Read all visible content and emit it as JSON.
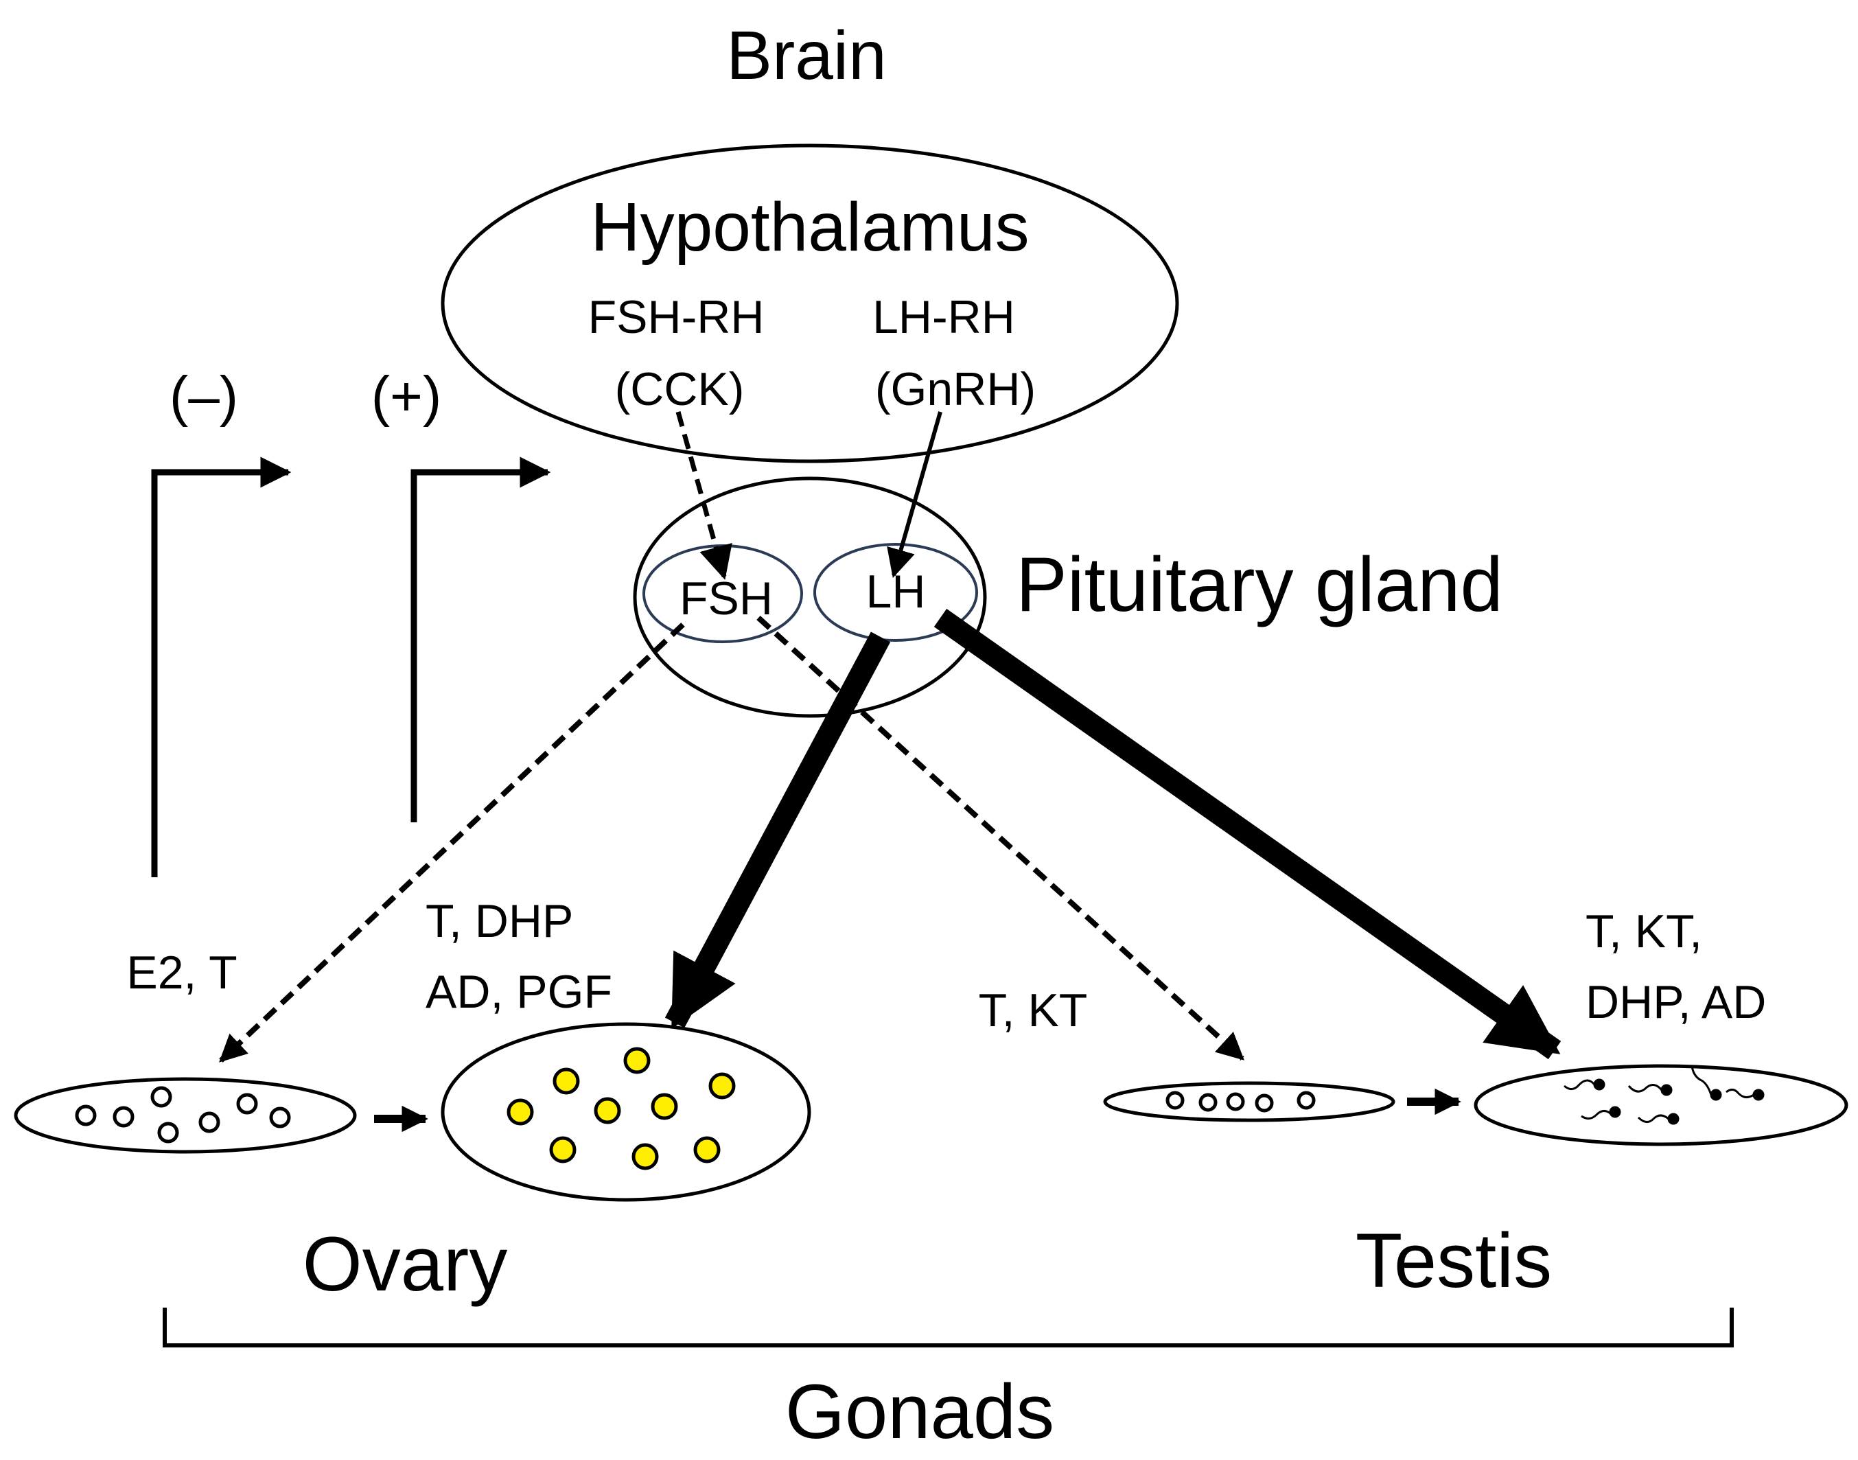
{
  "labels": {
    "brain": "Brain",
    "hypothalamus": "Hypothalamus",
    "fsh_rh": "FSH-RH",
    "cck": "(CCK)",
    "lh_rh": "LH-RH",
    "gnrh": "(GnRH)",
    "minus": "(–)",
    "plus": "(+)",
    "pituitary": "Pituitary gland",
    "fsh": "FSH",
    "lh": "LH",
    "e2_t": "E2, T",
    "ovary_hormones_1": "T, DHP",
    "ovary_hormones_2": "AD, PGF",
    "t_kt": "T, KT",
    "testis_hormones_1": "T, KT,",
    "testis_hormones_2": "DHP, AD",
    "ovary": "Ovary",
    "testis": "Testis",
    "gonads": "Gonads"
  },
  "colors": {
    "line": "#000000",
    "pituitary_subregion": "#2b3a55",
    "mature_oocyte": "#ffee00"
  }
}
